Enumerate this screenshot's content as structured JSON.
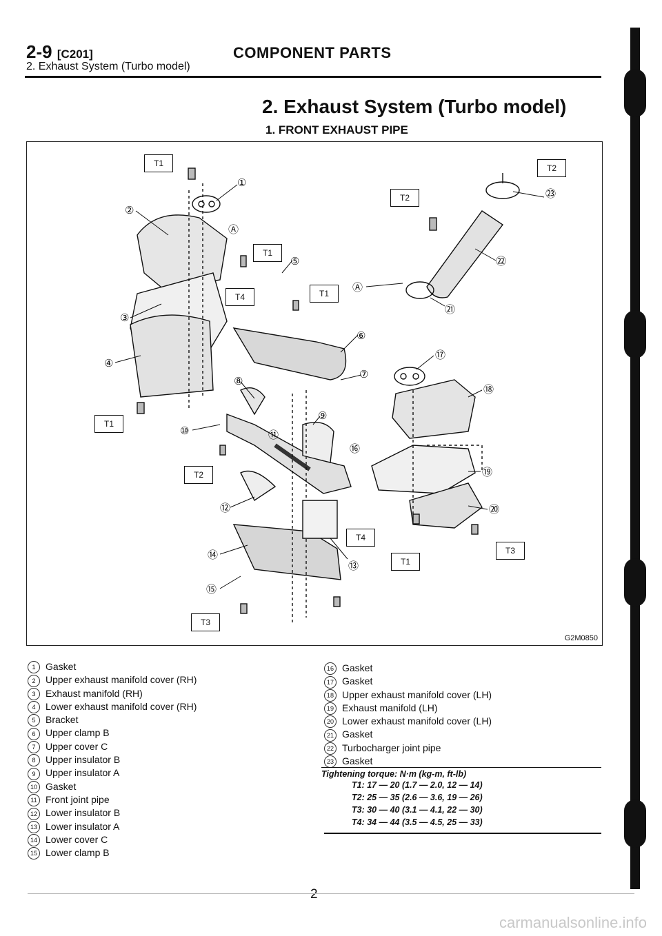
{
  "header": {
    "page_code": "2-9",
    "section_code": "[C201]",
    "subtitle": "2. Exhaust System (Turbo model)",
    "title": "COMPONENT PARTS"
  },
  "section_title": "2. Exhaust System (Turbo model)",
  "subsection_title": "1. FRONT EXHAUST PIPE",
  "figure": {
    "code": "G2M0850",
    "torque_tags": [
      {
        "label": "T1"
      },
      {
        "label": "T1"
      },
      {
        "label": "T4"
      },
      {
        "label": "T1"
      },
      {
        "label": "T1"
      },
      {
        "label": "T2"
      },
      {
        "label": "T2"
      },
      {
        "label": "T2"
      },
      {
        "label": "T4"
      },
      {
        "label": "T1"
      },
      {
        "label": "T3"
      },
      {
        "label": "T3"
      }
    ],
    "callouts": [
      "①",
      "②",
      "③",
      "④",
      "⑤",
      "⑥",
      "⑦",
      "⑧",
      "⑨",
      "⑩",
      "⑪",
      "⑫",
      "⑬",
      "⑭",
      "⑮",
      "⑯",
      "⑰",
      "⑱",
      "⑲",
      "⑳",
      "㉑",
      "㉒",
      "㉓",
      "Ⓐ",
      "Ⓐ"
    ]
  },
  "legend_left": [
    {
      "num": "1",
      "text": "Gasket"
    },
    {
      "num": "2",
      "text": "Upper exhaust manifold cover (RH)"
    },
    {
      "num": "3",
      "text": "Exhaust manifold (RH)"
    },
    {
      "num": "4",
      "text": "Lower exhaust manifold cover (RH)"
    },
    {
      "num": "5",
      "text": "Bracket"
    },
    {
      "num": "6",
      "text": "Upper clamp B"
    },
    {
      "num": "7",
      "text": "Upper cover C"
    },
    {
      "num": "8",
      "text": "Upper insulator B"
    },
    {
      "num": "9",
      "text": "Upper insulator A"
    },
    {
      "num": "10",
      "text": "Gasket"
    },
    {
      "num": "11",
      "text": "Front joint pipe"
    },
    {
      "num": "12",
      "text": "Lower insulator B"
    },
    {
      "num": "13",
      "text": "Lower insulator A"
    },
    {
      "num": "14",
      "text": "Lower cover C"
    },
    {
      "num": "15",
      "text": "Lower clamp B"
    }
  ],
  "legend_right": [
    {
      "num": "16",
      "text": "Gasket"
    },
    {
      "num": "17",
      "text": "Gasket"
    },
    {
      "num": "18",
      "text": "Upper exhaust manifold cover (LH)"
    },
    {
      "num": "19",
      "text": "Exhaust manifold (LH)"
    },
    {
      "num": "20",
      "text": "Lower exhaust manifold cover (LH)"
    },
    {
      "num": "21",
      "text": "Gasket"
    },
    {
      "num": "22",
      "text": "Turbocharger joint pipe"
    },
    {
      "num": "23",
      "text": "Gasket"
    }
  ],
  "torque": {
    "heading": "Tightening torque: N·m (kg-m, ft-lb)",
    "values": [
      "T1: 17 — 20 (1.7 — 2.0, 12 — 14)",
      "T2: 25 — 35 (2.6 — 3.6, 19 — 26)",
      "T3: 30 — 40 (3.1 — 4.1, 22 — 30)",
      "T4: 34 — 44 (3.5 — 4.5, 25 — 33)"
    ]
  },
  "page_number": "2",
  "watermark": "carmanualsonline.info"
}
